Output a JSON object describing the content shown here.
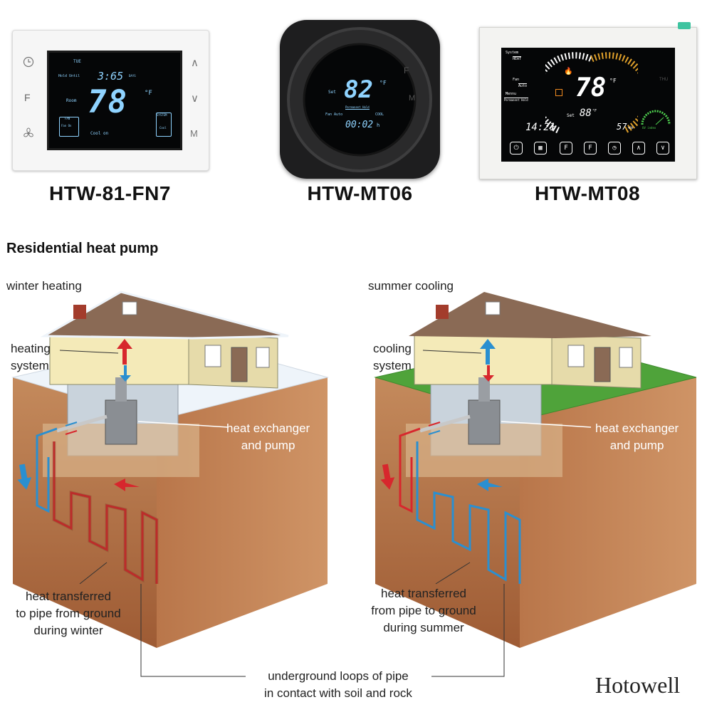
{
  "thermostats": [
    {
      "model": "HTW-81-FN7",
      "screen": {
        "day": "TUE",
        "hold": "Hold Until",
        "time": "3:65",
        "time_suffix": "DAYS",
        "room_label": "Room",
        "temp": "78",
        "unit": "°F",
        "fan_box_title": "FAN",
        "fan_box_value": "Fan On",
        "system_box_title": "SYSTEM",
        "system_box_value": "Cool",
        "status": "Cool on"
      },
      "left_buttons": [
        "clock-icon",
        "F",
        "fan-icon"
      ],
      "right_buttons": [
        "∧",
        "∨",
        "M"
      ]
    },
    {
      "model": "HTW-MT06",
      "screen": {
        "set_label": "Set",
        "temp": "82",
        "unit": "°F",
        "hold": "Permanent Hold",
        "fan_label": "Fan Auto",
        "mode": "COOL",
        "time": "00:02",
        "time_suffix": "h"
      },
      "right_buttons": [
        "F",
        "M"
      ]
    },
    {
      "model": "HTW-MT08",
      "screen": {
        "system_label": "System",
        "system_value": "HEAT",
        "fan_label": "Fan",
        "fan_value": "Auto",
        "menu_label": "Mennu",
        "menu_value": "Permanent Hold",
        "temp": "78",
        "unit": "°F",
        "set_label": "Set",
        "set_temp": "88",
        "set_unit": "°F",
        "time": "14:21",
        "time_suffix": "h",
        "humidity": "57",
        "humidity_unit": "%RH",
        "uv_label": "UV index",
        "day": "THU"
      },
      "buttons": [
        "power-icon",
        "menu-grid-icon",
        "F",
        "F",
        "clock-icon",
        "up-icon",
        "down-icon"
      ]
    }
  ],
  "heading": "Residential heat pump",
  "diagrams": {
    "left": {
      "title": "winter heating",
      "system_label_1": "heating",
      "system_label_2": "system",
      "exchanger_1": "heat exchanger",
      "exchanger_2": "and pump",
      "transfer_1": "heat transferred",
      "transfer_2": "to pipe from ground",
      "transfer_3": "during winter"
    },
    "right": {
      "title": "summer cooling",
      "system_label_1": "cooling",
      "system_label_2": "system",
      "exchanger_1": "heat exchanger",
      "exchanger_2": "and pump",
      "transfer_1": "heat transferred",
      "transfer_2": "from pipe to ground",
      "transfer_3": "during summer"
    },
    "shared_label_1": "underground loops of pipe",
    "shared_label_2": "in contact with soil and rock"
  },
  "brand": "Hotowell",
  "colors": {
    "hot_pipe": "#d7272d",
    "cold_pipe": "#2a8fd0",
    "lcd_blue": "#8fd3ff",
    "soil_top": "#c9a06b",
    "soil_side": "#b07040",
    "grass": "#4fa33a",
    "snow": "#eef4fa"
  }
}
